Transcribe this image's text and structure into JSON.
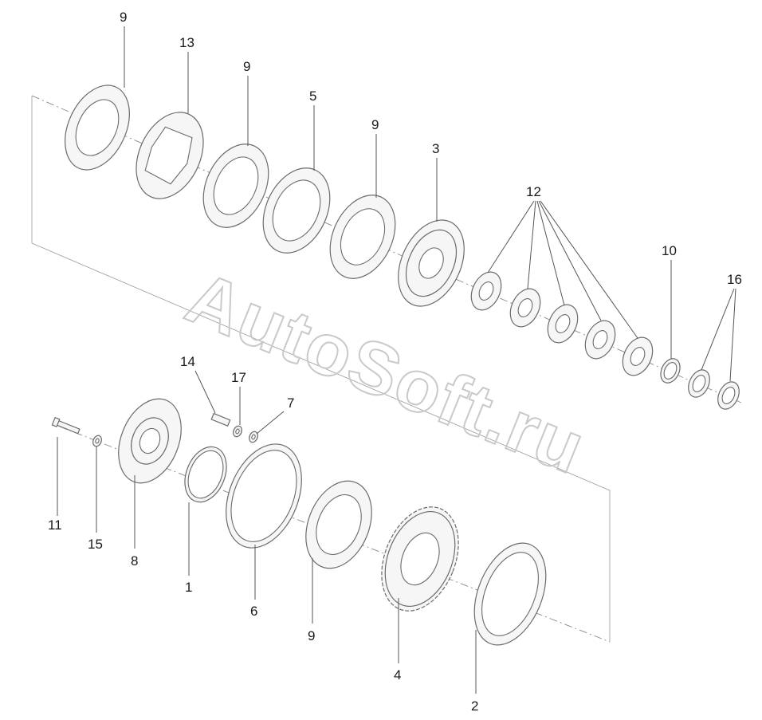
{
  "watermark": "AutoSoft.ru",
  "callouts": [
    {
      "id": "c9a",
      "text": "9"
    },
    {
      "id": "c13",
      "text": "13"
    },
    {
      "id": "c9b",
      "text": "9"
    },
    {
      "id": "c5",
      "text": "5"
    },
    {
      "id": "c9c",
      "text": "9"
    },
    {
      "id": "c3",
      "text": "3"
    },
    {
      "id": "c12",
      "text": "12"
    },
    {
      "id": "c10",
      "text": "10"
    },
    {
      "id": "c16",
      "text": "16"
    },
    {
      "id": "c14",
      "text": "14"
    },
    {
      "id": "c17",
      "text": "17"
    },
    {
      "id": "c7",
      "text": "7"
    },
    {
      "id": "c11",
      "text": "11"
    },
    {
      "id": "c15",
      "text": "15"
    },
    {
      "id": "c8",
      "text": "8"
    },
    {
      "id": "c1",
      "text": "1"
    },
    {
      "id": "c6",
      "text": "6"
    },
    {
      "id": "c9d",
      "text": "9"
    },
    {
      "id": "c4",
      "text": "4"
    },
    {
      "id": "c2",
      "text": "2"
    }
  ]
}
